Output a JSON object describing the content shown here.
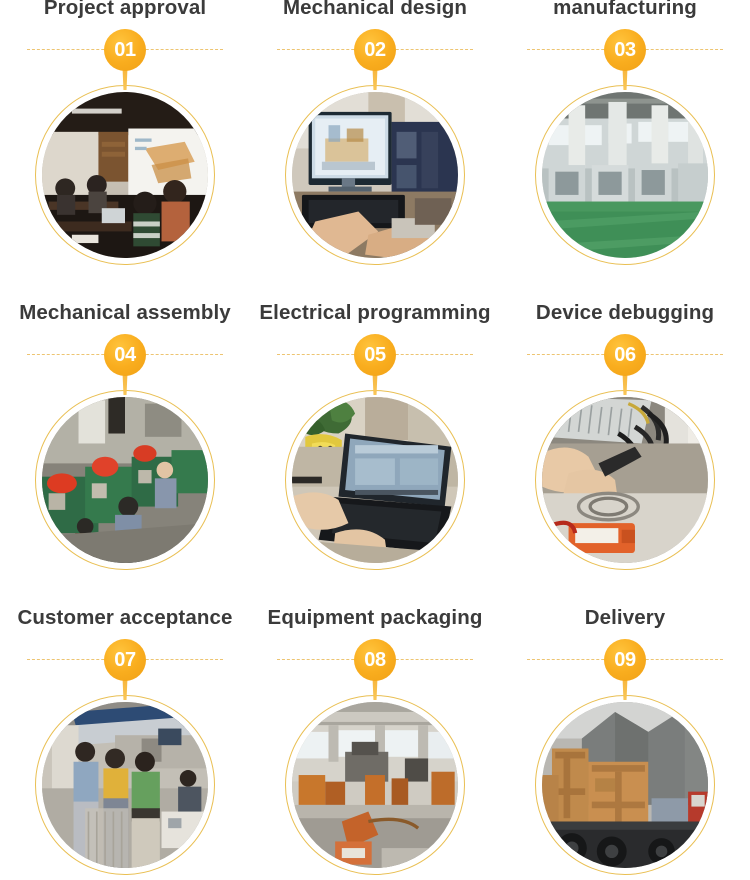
{
  "page": {
    "background_color": "#ffffff",
    "title_color": "#3b3b3b",
    "accent_color": "#f9ad1e",
    "ring_color": "#e9bf52",
    "dash_color": "#e8b44a",
    "badge_text_color": "#ffffff"
  },
  "steps": [
    {
      "number": "01",
      "title": "Project approval",
      "photo_name": "meeting-room-presentation-photo",
      "photo_alt": "People seated in a conference room viewing a CAD drawing on a projector screen"
    },
    {
      "number": "02",
      "title": "Mechanical design",
      "photo_name": "cad-workstation-photo",
      "photo_alt": "Designer working at a desktop monitor showing 3D CAD machine model"
    },
    {
      "number": "03",
      "title": "manufacturing",
      "photo_name": "cnc-machine-shop-photo",
      "photo_alt": "Row of CNC machining centers on a green factory floor"
    },
    {
      "number": "04",
      "title": "Mechanical assembly",
      "photo_name": "assembly-line-photo",
      "photo_alt": "Workers assembling green machine frames with red motors in a workshop"
    },
    {
      "number": "05",
      "title": "Electrical programming",
      "photo_name": "laptop-programming-photo",
      "photo_alt": "Hands typing on a laptop running control software beside a potted plant"
    },
    {
      "number": "06",
      "title": "Device debugging",
      "photo_name": "wiring-debug-photo",
      "photo_alt": "Technician probing a wiring harness with a multimeter inside a control cabinet"
    },
    {
      "number": "07",
      "title": "Customer acceptance",
      "photo_name": "customer-inspection-photo",
      "photo_alt": "Customers and engineers inspecting a finished machine on the shop floor"
    },
    {
      "number": "08",
      "title": "Equipment packaging",
      "photo_name": "equipment-packaging-photo",
      "photo_alt": "Machinery being prepared and packaged inside a bright factory hall"
    },
    {
      "number": "09",
      "title": "Delivery",
      "photo_name": "truck-delivery-photo",
      "photo_alt": "Large wooden crates loaded on a flatbed truck outside a warehouse"
    }
  ]
}
